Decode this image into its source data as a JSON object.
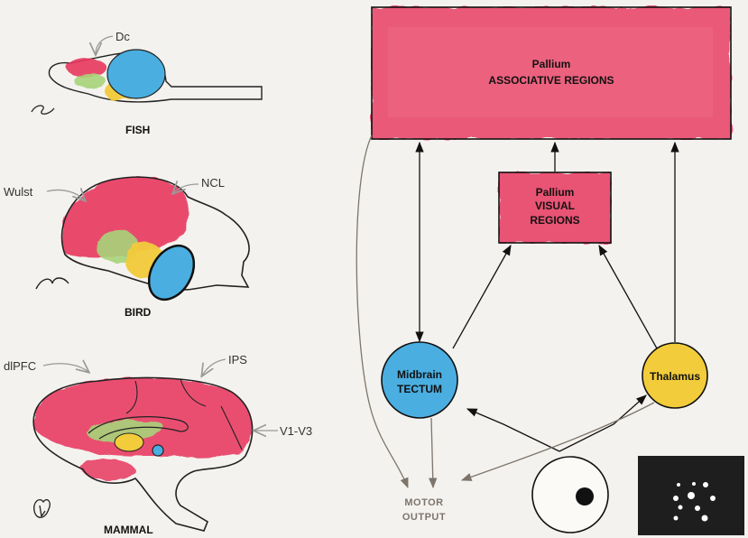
{
  "panels": {
    "fish": {
      "caption": "FISH",
      "label_dc": "Dc"
    },
    "bird": {
      "caption": "BIRD",
      "label_wulst": "Wulst",
      "label_ncl": "NCL"
    },
    "mammal": {
      "caption": "MAMMAL",
      "label_dlpfc": "dlPFC",
      "label_ips": "IPS",
      "label_v1v3": "V1-V3"
    }
  },
  "circuit": {
    "pallium_assoc": {
      "line1": "Pallium",
      "line2": "ASSOCIATIVE REGIONS"
    },
    "pallium_visual": {
      "line1": "Pallium",
      "line2": "VISUAL",
      "line3": "REGIONS"
    },
    "tectum": {
      "line1": "Midbrain",
      "line2": "TECTUM"
    },
    "thalamus": {
      "line1": "Thalamus"
    },
    "motor": {
      "line1": "MOTOR",
      "line2": "OUTPUT"
    }
  },
  "colors": {
    "pallium": "#e8375f",
    "subpallium_green": "#a8d47a",
    "yellow": "#f2cc3a",
    "blue": "#4aaee0",
    "motor_gray": "#7d756c",
    "stimulus_bg": "#1e1e1e"
  }
}
